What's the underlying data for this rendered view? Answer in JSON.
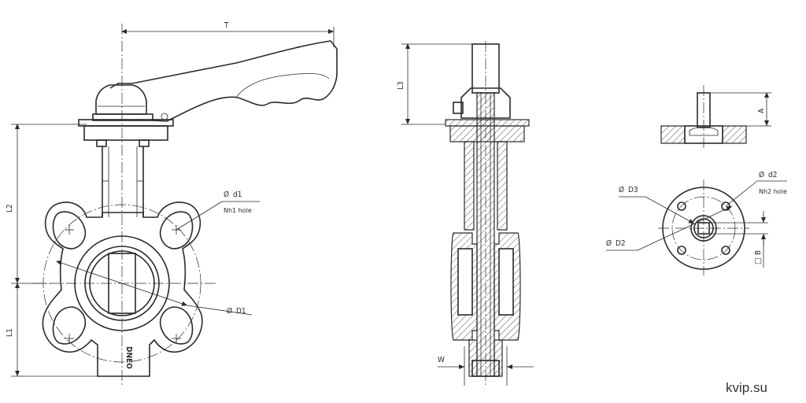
{
  "labels": {
    "T": "T",
    "L2": "L2",
    "L1": "L1",
    "L3": "L3",
    "W": "W",
    "A": "A",
    "B": "B",
    "d1": "d1",
    "N1": "Nh1 hole",
    "D1": "D1",
    "D2": "D2",
    "D3": "D3",
    "d2": "d2",
    "N2": "Nh2 hole",
    "brand": "DNEO"
  },
  "symbols": {
    "diameter": "Ø",
    "square": "□"
  },
  "watermark": "kvip.su",
  "colors": {
    "line": "#2a2a2a",
    "background": "#ffffff"
  }
}
